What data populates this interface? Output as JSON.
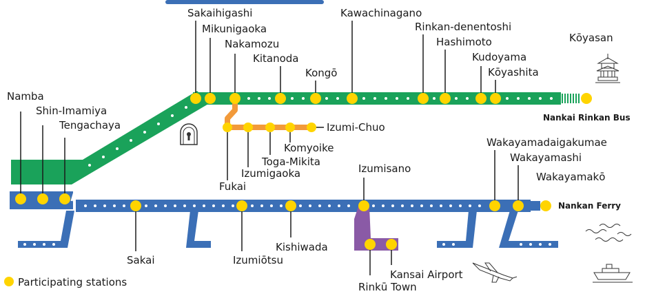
{
  "colors": {
    "koya_line": "#1aa25a",
    "main_line": "#3b6fb6",
    "semboku_line": "#f29a3a",
    "airport_line": "#8a5aa6",
    "station": "#ffd400",
    "dot": "#ffffff"
  },
  "stations": {
    "namba": "Namba",
    "shin_imamiya": "Shin-Imamiya",
    "tengachaya": "Tengachaya",
    "sakaihigashi": "Sakaihigashi",
    "mikunigaoka": "Mikunigaoka",
    "nakamozu": "Nakamozu",
    "kitanoda": "Kitanoda",
    "kongo": "Kongō",
    "kawachinagano": "Kawachinagano",
    "rinkan_denentoshi": "Rinkan-denentoshi",
    "hashimoto": "Hashimoto",
    "kudoyama": "Kudoyama",
    "koyashita": "Kōyashita",
    "koyasan": "Kōyasan",
    "izumi_chuo": "Izumi-Chuo",
    "komyoike": "Komyoike",
    "toga_mikita": "Toga-Mikita",
    "izumigaoka": "Izumigaoka",
    "fukai": "Fukai",
    "izumisano": "Izumisano",
    "wakayamadaigakumae": "Wakayamadaigakumae",
    "wakayamashi": "Wakayamashi",
    "wakayamako": "Wakayamakō",
    "sakai": "Sakai",
    "izumiotsu": "Izumiōtsu",
    "kishiwada": "Kishiwada",
    "kansai_airport": "Kansai Airport",
    "rinku_town": "Rinkū Town"
  },
  "connections": {
    "rinkan_bus": "Nankai Rinkan Bus",
    "nankan_ferry": "Nankan Ferry"
  },
  "legend": {
    "label": "Participating stations"
  },
  "icons": {
    "pagoda": "pagoda-icon",
    "tunnel": "tunnel-icon",
    "airplane": "airplane-icon",
    "ship": "ship-icon",
    "waves": "waves-icon"
  }
}
